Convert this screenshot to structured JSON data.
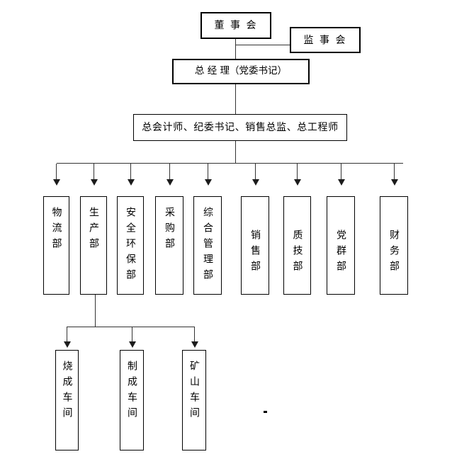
{
  "colors": {
    "background": "#ffffff",
    "box_border": "#000000",
    "connector_line": "#333333",
    "arrowhead": "#1c1c1c",
    "text": "#000000"
  },
  "org": {
    "board": "董 事 会",
    "supervisory": "监 事 会",
    "general_manager": "总 经 理（党委书记）",
    "senior_staff": "总会计师、纪委书记、销售总监、总工程师",
    "departments": [
      "物流部",
      "生产部",
      "安全环保部",
      "采购部",
      "综合管理部",
      "销售部",
      "质技部",
      "党群部",
      "财务部"
    ],
    "workshops": [
      "烧成车间",
      "制成车间",
      "矿山车间"
    ],
    "stray_mark": "."
  }
}
